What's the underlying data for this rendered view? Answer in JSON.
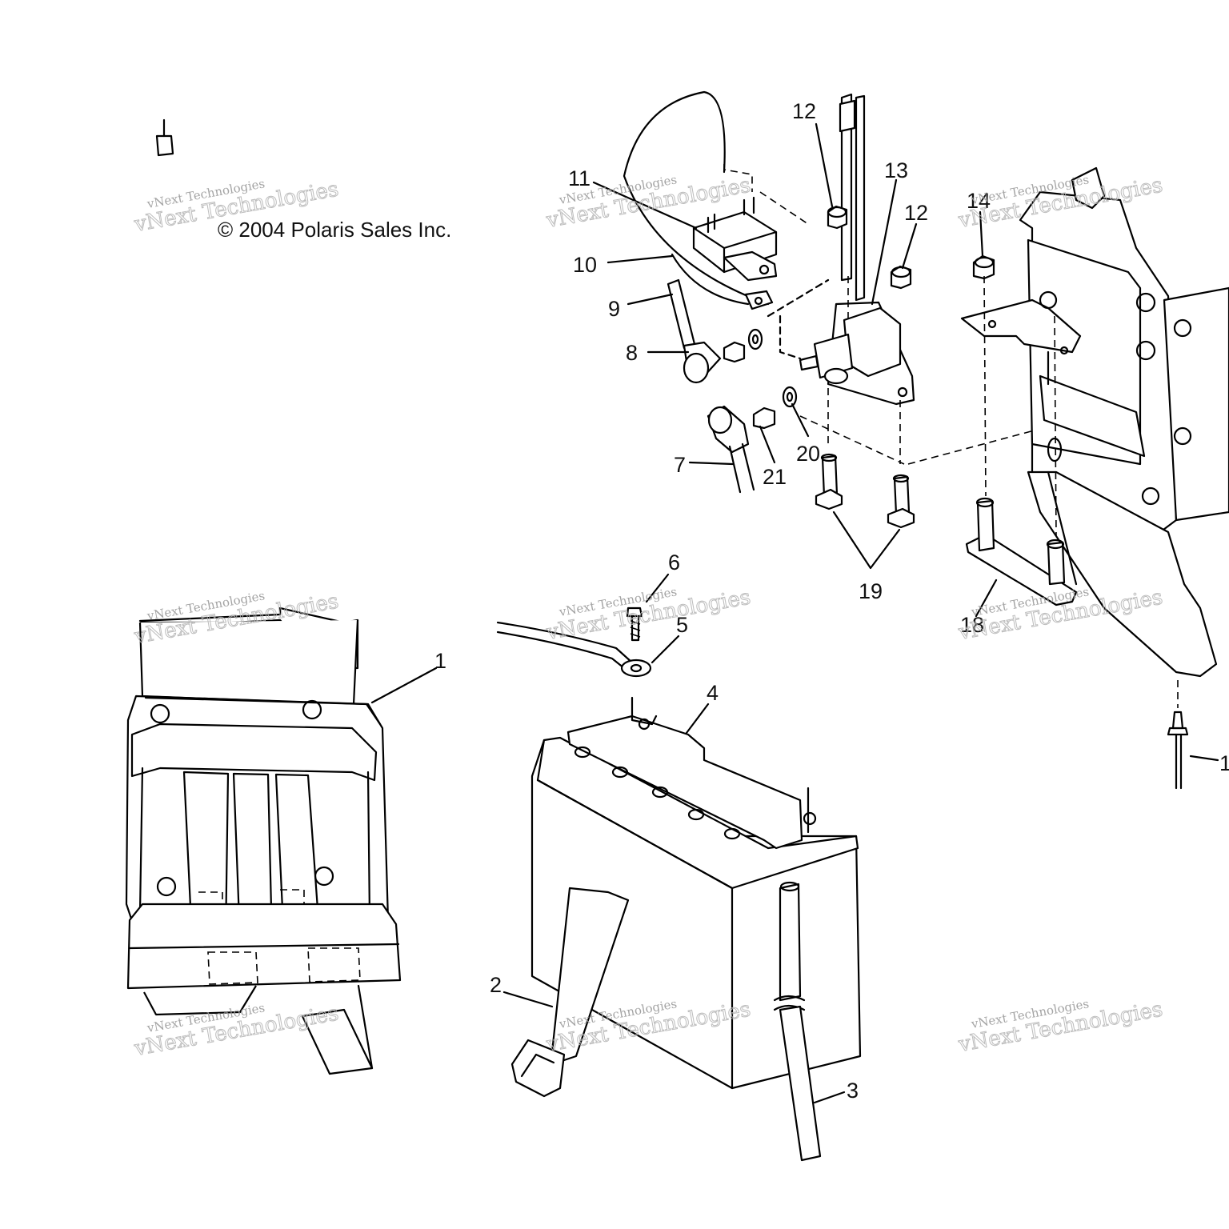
{
  "copyright": "© 2004 Polaris Sales Inc.",
  "watermark": {
    "line1": "vNext Technologies",
    "line2": "vNext Technologies"
  },
  "callouts": [
    {
      "id": "c1",
      "label": "1"
    },
    {
      "id": "c2",
      "label": "2"
    },
    {
      "id": "c3",
      "label": "3"
    },
    {
      "id": "c4",
      "label": "4"
    },
    {
      "id": "c5",
      "label": "5"
    },
    {
      "id": "c6",
      "label": "6"
    },
    {
      "id": "c7",
      "label": "7"
    },
    {
      "id": "c8",
      "label": "8"
    },
    {
      "id": "c9",
      "label": "9"
    },
    {
      "id": "c10",
      "label": "10"
    },
    {
      "id": "c11",
      "label": "11"
    },
    {
      "id": "c12a",
      "label": "12"
    },
    {
      "id": "c12b",
      "label": "12"
    },
    {
      "id": "c13",
      "label": "13"
    },
    {
      "id": "c14",
      "label": "14"
    },
    {
      "id": "c18",
      "label": "18"
    },
    {
      "id": "c19",
      "label": "19"
    },
    {
      "id": "c20",
      "label": "20"
    },
    {
      "id": "c21",
      "label": "21"
    },
    {
      "id": "c1r",
      "label": "1"
    }
  ]
}
